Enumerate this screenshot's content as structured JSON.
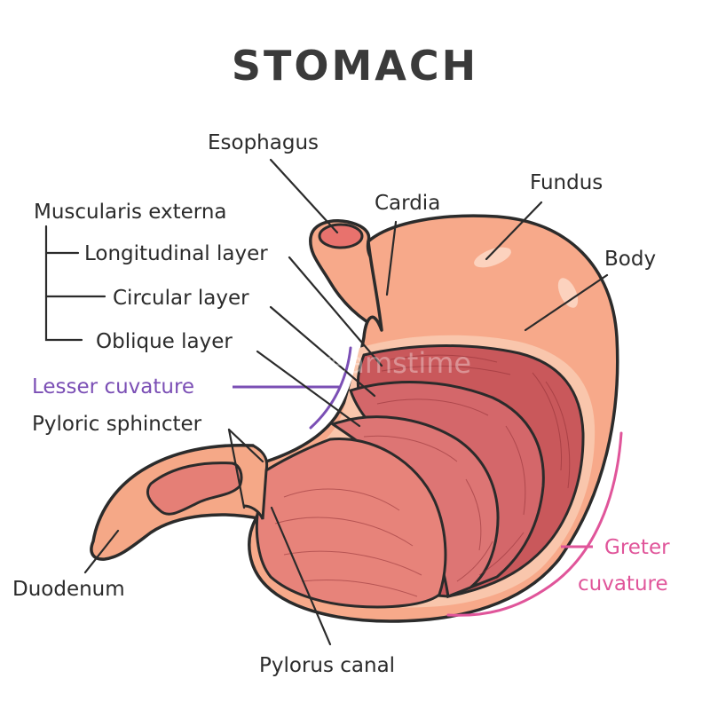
{
  "title": "STOMACH",
  "labels": {
    "esophagus": "Esophagus",
    "cardia": "Cardia",
    "fundus": "Fundus",
    "body": "Body",
    "muscularis_externa": "Muscularis externa",
    "longitudinal_layer": "Longitudinal layer",
    "circular_layer": "Circular layer",
    "oblique_layer": "Oblique layer",
    "lesser_curvature": "Lesser cuvature",
    "pyloric_sphincter": "Pyloric sphincter",
    "duodenum": "Duodenum",
    "pylorus_canal": "Pylorus canal",
    "greater_curvature_line1": "Greter",
    "greater_curvature_line2": "cuvature"
  },
  "watermark": "dreamstime",
  "colors": {
    "title_text": "#3a3a3a",
    "label_text": "#2b2b2b",
    "lesser_curvature": "#7b4fb5",
    "greater_curvature": "#e0559a",
    "stomach_outer": "#f7a98a",
    "stomach_inner_rim": "#f9c6ac",
    "muscle_longitudinal": "#c9585b",
    "muscle_circular": "#d4676a",
    "muscle_oblique": "#dd7574",
    "pylorus_fill": "#e7837a",
    "duodenum_fill": "#f5a887",
    "outline": "#2b2b2b"
  }
}
